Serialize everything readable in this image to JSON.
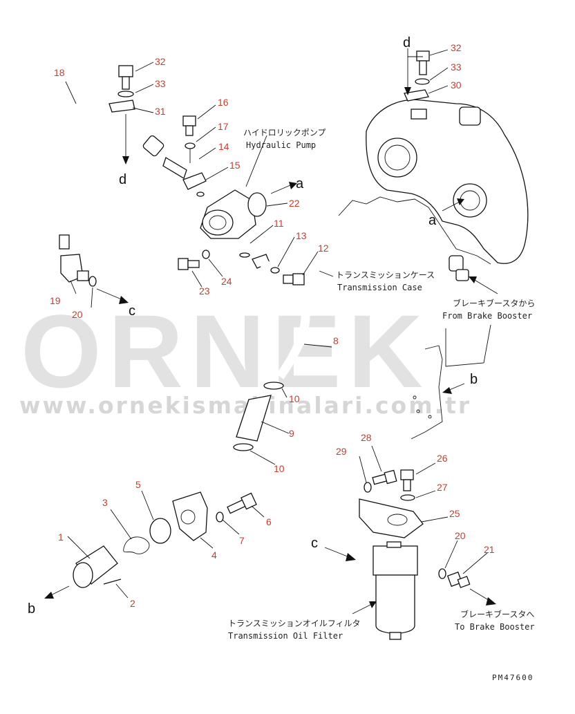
{
  "labels": {
    "hydraulic_pump_jp": "ハイドロリックポンプ",
    "hydraulic_pump_en": "Hydraulic Pump",
    "transmission_case_jp": "トランスミッションケース",
    "transmission_case_en": "Transmission Case",
    "from_brake_booster_jp": "ブレーキブースタから",
    "from_brake_booster_en": "From Brake Booster",
    "to_brake_booster_jp": "ブレーキブースタへ",
    "to_brake_booster_en": "To Brake Booster",
    "oil_filter_jp": "トランスミッションオイルフィルタ",
    "oil_filter_en": "Transmission Oil Filter",
    "drawing_no": "PM47600"
  },
  "letters": {
    "a1": "a",
    "a2": "a",
    "b1": "b",
    "b2": "b",
    "c1": "c",
    "c2": "c",
    "d1": "d",
    "d2": "d"
  },
  "watermark": {
    "brand": "ORNEK",
    "url": "www.ornekismakinalari.com.tr"
  },
  "part_numbers": [
    "1",
    "2",
    "3",
    "4",
    "5",
    "6",
    "7",
    "8",
    "9",
    "10",
    "10",
    "11",
    "12",
    "13",
    "14",
    "15",
    "16",
    "17",
    "18",
    "19",
    "20",
    "20",
    "21",
    "22",
    "23",
    "24",
    "25",
    "26",
    "27",
    "28",
    "29",
    "30",
    "31",
    "32",
    "32",
    "33",
    "33"
  ],
  "colors": {
    "line": "#111111",
    "number": "#cc3a2a",
    "watermark": "#d9d9d9"
  }
}
